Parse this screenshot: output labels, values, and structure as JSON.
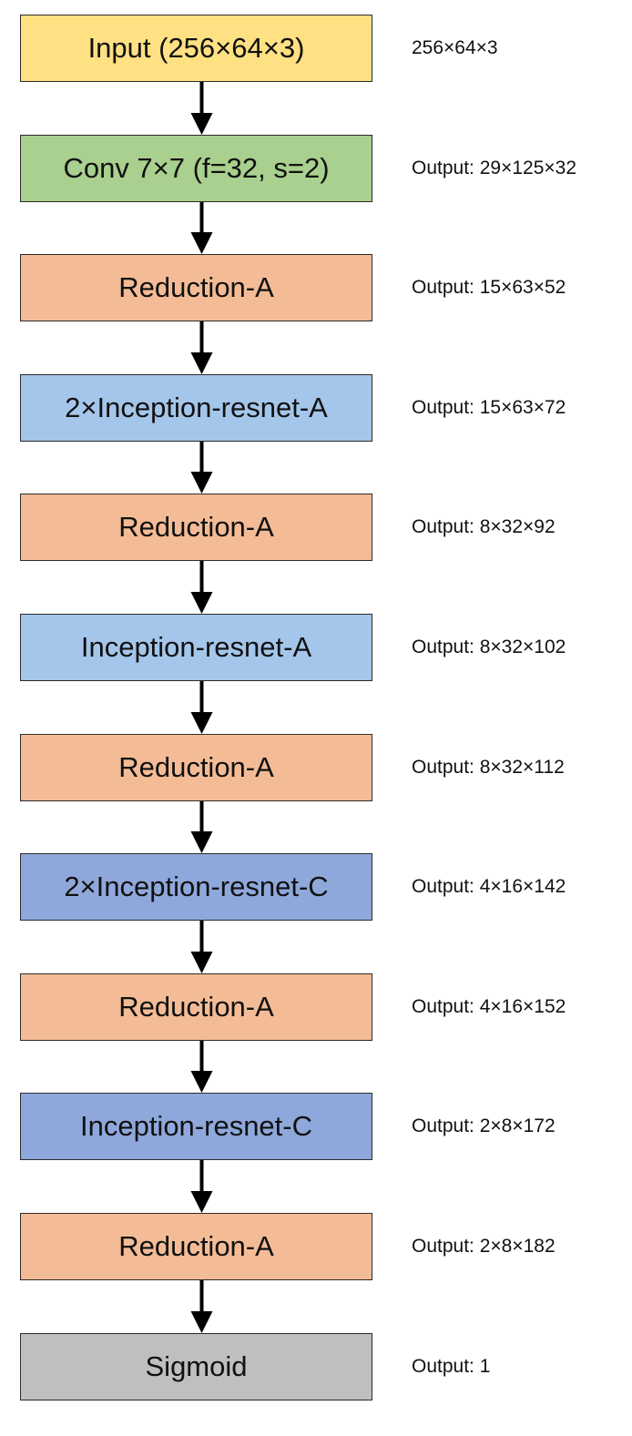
{
  "colors": {
    "input": "#FFE083",
    "conv": "#A9D08E",
    "reduction": "#F4BC96",
    "inception_a": "#A4C6EA",
    "inception_c": "#8FA8DC",
    "output": "#BFBFBF",
    "arrow": "#000000"
  },
  "layers": [
    {
      "label": "Input (256×64×3)",
      "shape": "256×64×3",
      "kind": "input"
    },
    {
      "label": "Conv 7×7 (f=32, s=2)",
      "shape": "Output: 29×125×32",
      "kind": "conv"
    },
    {
      "label": "Reduction-A",
      "shape": "Output: 15×63×52",
      "kind": "reduction"
    },
    {
      "label": "2×Inception-resnet-A",
      "shape": "Output: 15×63×72",
      "kind": "inception_a"
    },
    {
      "label": "Reduction-A",
      "shape": "Output: 8×32×92",
      "kind": "reduction"
    },
    {
      "label": "Inception-resnet-A",
      "shape": "Output: 8×32×102",
      "kind": "inception_a"
    },
    {
      "label": "Reduction-A",
      "shape": "Output: 8×32×112",
      "kind": "reduction"
    },
    {
      "label": "2×Inception-resnet-C",
      "shape": "Output: 4×16×142",
      "kind": "inception_c"
    },
    {
      "label": "Reduction-A",
      "shape": "Output: 4×16×152",
      "kind": "reduction"
    },
    {
      "label": "Inception-resnet-C",
      "shape": "Output: 2×8×172",
      "kind": "inception_c"
    },
    {
      "label": "Reduction-A",
      "shape": "Output: 2×8×182",
      "kind": "reduction"
    },
    {
      "label": "Sigmoid",
      "shape": "Output: 1",
      "kind": "output"
    }
  ]
}
